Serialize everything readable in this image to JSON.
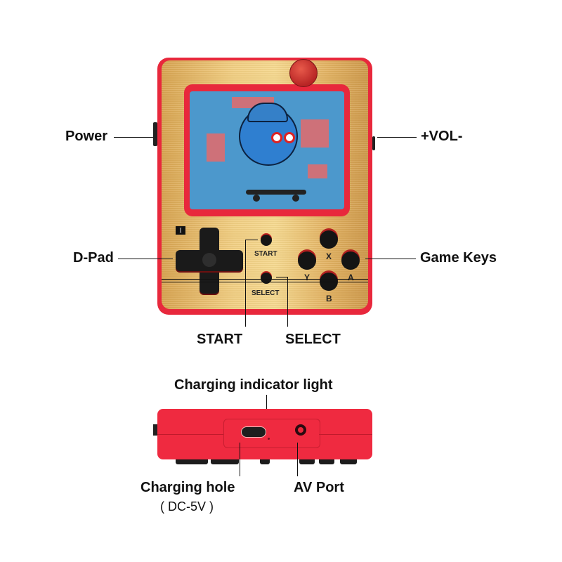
{
  "callouts": {
    "power": "Power",
    "volume": "+VOL-",
    "dpad": "D-Pad",
    "game_keys": "Game Keys",
    "start": "START",
    "select": "SELECT",
    "charging_indicator": "Charging indicator light",
    "charging_hole": "Charging hole",
    "charging_hole_spec": "( DC-5V )",
    "av_port": "AV Port"
  },
  "device_front": {
    "player_badge": "I",
    "buttons": {
      "start": "START",
      "select": "SELECT",
      "x": "X",
      "y": "Y",
      "a": "A",
      "b": "B"
    },
    "screen_art": "cartoon-basketball-character-skateboarding"
  },
  "colors": {
    "body_red": "#e8283c",
    "face_gold": "#f2cf83",
    "screen_blue": "#4c98cc",
    "button_black": "#141414"
  }
}
